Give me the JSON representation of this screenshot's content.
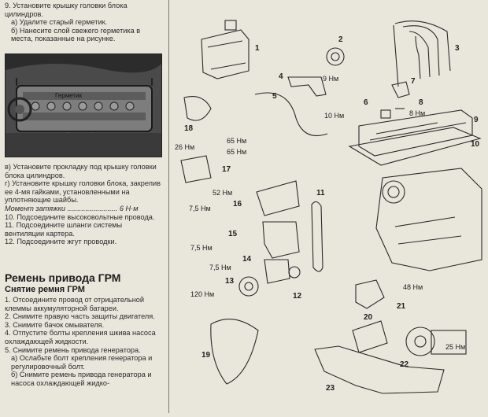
{
  "left": {
    "top_paragraphs": [
      "9. Установите крышку головки блока цилиндров.",
      "а) Удалите старый герметик.",
      "б) Нанесите слой свежего герметика в места, показанные на рисунке."
    ],
    "photo_label": "Герметик",
    "mid_paragraphs": [
      "в) Установите прокладку под крышку головки блока цилиндров.",
      "г) Установите крышку головки блока, закрепив ее 4-мя гайками, установленными на уплотняющие шайбы.",
      "Момент затяжки ......................... 6 Н·м",
      "10. Подсоедините высоковольтные провода.",
      "11. Подсоедините шланги системы вентиляции картера.",
      "12. Подсоедините жгут проводки."
    ],
    "section_title": "Ремень привода ГРМ",
    "subsection_title": "Снятие ремня ГРМ",
    "low_paragraphs": [
      "1. Отсоедините провод от отрицательной клеммы аккумуляторной батареи.",
      "2. Снимите правую часть защиты двигателя.",
      "3. Снимите бачок омывателя.",
      "4. Отпустите болты крепления шкива насоса охлаждающей жидкости.",
      "5. Снимите ремень привода генератора.",
      "а) Ослабьте болт крепления генератора и регулировочный болт.",
      "б) Снимите ремень привода генератора и насоса охлаждающей жидко-"
    ]
  },
  "diagram": {
    "callouts": [
      "1",
      "2",
      "3",
      "4",
      "5",
      "6",
      "7",
      "8",
      "9",
      "10",
      "11",
      "12",
      "13",
      "14",
      "15",
      "16",
      "17",
      "18",
      "19",
      "20",
      "21",
      "22",
      "23"
    ],
    "torques": {
      "t9": "9 Нм",
      "t10": "10 Нм",
      "t8": "8 Нм",
      "t65a": "65 Нм",
      "t65b": "65 Нм",
      "t26": "26 Нм",
      "t52": "52 Нм",
      "t75a": "7,5 Нм",
      "t75b": "7,5 Нм",
      "t75c": "7,5 Нм",
      "t120": "120 Нм",
      "t48": "48 Нм",
      "t25": "25 Нм"
    }
  }
}
